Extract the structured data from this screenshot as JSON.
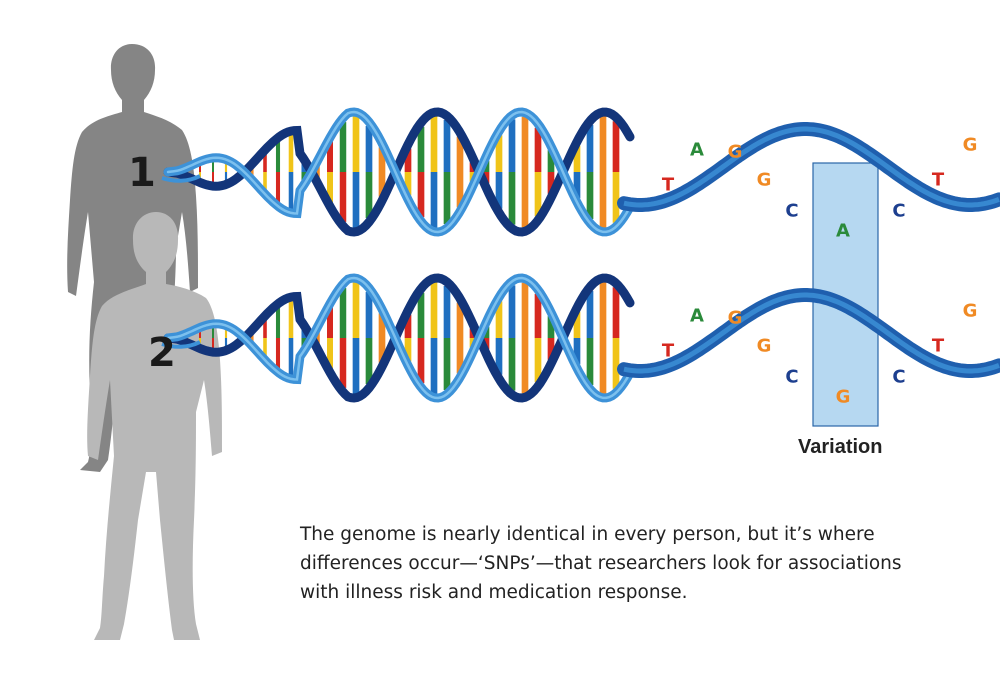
{
  "people": [
    {
      "label": "1",
      "color": "#858585"
    },
    {
      "label": "2",
      "color": "#b8b8b8"
    }
  ],
  "strand_1_bases": [
    "T",
    "A",
    "G",
    "G",
    "C",
    "A",
    "C",
    "T",
    "G"
  ],
  "strand_2_bases": [
    "T",
    "A",
    "G",
    "G",
    "C",
    "G",
    "C",
    "T",
    "G"
  ],
  "base_colors": {
    "T": "#d6281f",
    "A": "#2a8a3a",
    "G": "#f08a24",
    "C": "#1d3f8f"
  },
  "rung_colors": [
    "#d6281f",
    "#2a8a3a",
    "#f0c419",
    "#1f6fc0",
    "#f08a24"
  ],
  "helix_colors": {
    "light": "#3d92d8",
    "dark": "#13357a",
    "mid": "#1f5fae"
  },
  "variation_label": "Variation",
  "variation_box_color": "#a9d1ef",
  "caption": "The genome is nearly identical in every person, but it’s where\ndifferences occur—‘SNPs’—that researchers look for associations\nwith illness risk and medication response."
}
